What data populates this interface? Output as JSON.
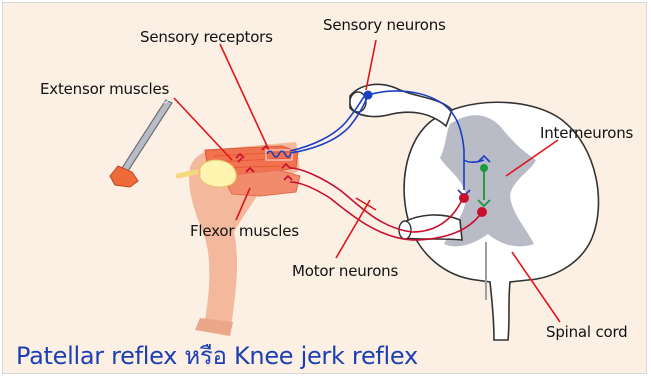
{
  "labels": {
    "sensory_receptors": "Sensory receptors",
    "sensory_neurons": "Sensory neurons",
    "extensor_muscles": "Extensor muscles",
    "interneurons": "Interneurons",
    "flexor_muscles": "Flexor muscles",
    "motor_neurons": "Motor neurons",
    "spinal_cord": "Spinal cord"
  },
  "caption": "Patellar reflex หรือ Knee jerk reflex",
  "colors": {
    "background": "#fcefe3",
    "caption": "#1d3fb4",
    "pointer": "#e3161b",
    "sensory_neuron": "#1b3fc4",
    "motor_neuron": "#c8102e",
    "interneuron": "#1a9a3c",
    "grey_matter": "#b9bcc7",
    "leg": "#f4b89c",
    "hammer_head": "#ef6a3a"
  }
}
